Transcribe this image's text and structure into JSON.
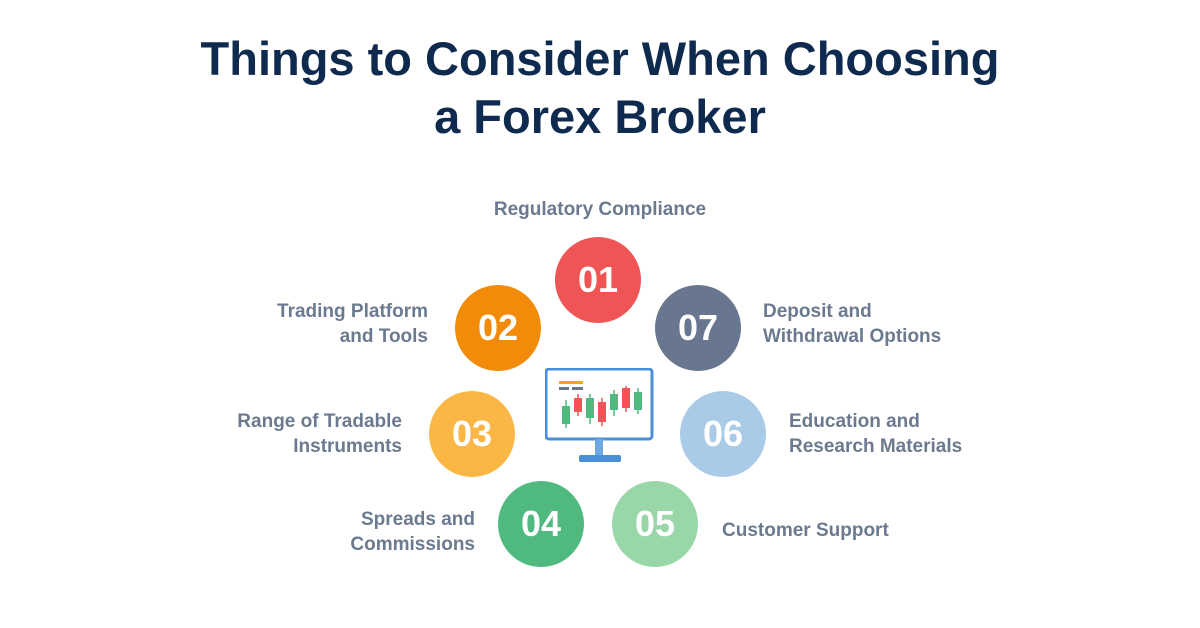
{
  "title": {
    "line1": "Things to Consider When Choosing",
    "line2": "a Forex Broker"
  },
  "colors": {
    "title": "#0f2a4f",
    "label": "#6b7a8f",
    "c01": "#f05555",
    "c02": "#f38b0a",
    "c03": "#fbb745",
    "c04": "#4fb980",
    "c05": "#9ad7a8",
    "c06": "#a9cbe8",
    "c07": "#68778f"
  },
  "items": [
    {
      "number": "01",
      "line1": "Regulatory Compliance",
      "line2": ""
    },
    {
      "number": "02",
      "line1": "Trading Platform",
      "line2": "and Tools"
    },
    {
      "number": "03",
      "line1": "Range of Tradable",
      "line2": "Instruments"
    },
    {
      "number": "04",
      "line1": "Spreads and",
      "line2": "Commissions"
    },
    {
      "number": "05",
      "line1": "Customer Support",
      "line2": ""
    },
    {
      "number": "06",
      "line1": "Education and",
      "line2": "Research Materials"
    },
    {
      "number": "07",
      "line1": "Deposit and",
      "line2": "Withdrawal Options"
    }
  ],
  "center_icon": "trading-monitor-icon"
}
